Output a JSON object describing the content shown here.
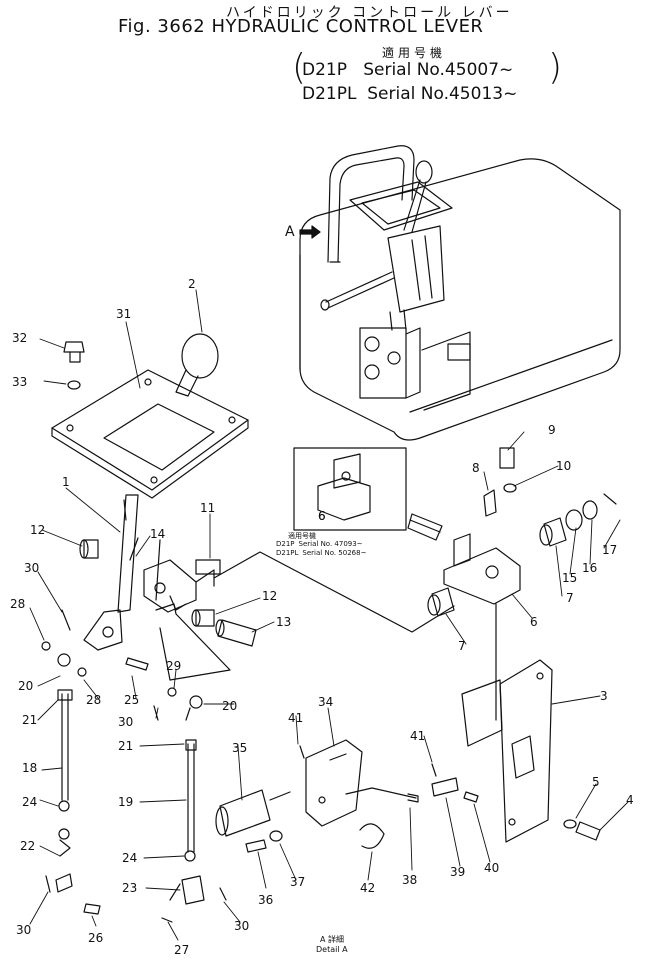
{
  "header": {
    "kana_title": "ハイドロリック コントロール レバー",
    "fig_title": "Fig. 3662 HYDRAULIC CONTROL LEVER"
  },
  "serial_info": {
    "kanji_heading": "適用号機",
    "lines": [
      {
        "model": "D21P",
        "serial": "Serial No.45007~"
      },
      {
        "model": "D21PL",
        "serial": "Serial No.45013~"
      }
    ]
  },
  "view_label": "A",
  "detail_box": {
    "callout": "6",
    "kanji_heading": "適用号機",
    "rows": [
      {
        "model": "D21P",
        "serial": "Serial No. 47093~"
      },
      {
        "model": "D21PL",
        "serial": "Serial No. 50268~"
      }
    ]
  },
  "detail_caption": {
    "kanji": "A 詳細",
    "text": "Detail A"
  },
  "callouts": [
    "1",
    "2",
    "3",
    "4",
    "5",
    "6",
    "6",
    "7",
    "7",
    "8",
    "9",
    "10",
    "11",
    "12",
    "12",
    "13",
    "14",
    "15",
    "16",
    "17",
    "18",
    "19",
    "20",
    "20",
    "21",
    "21",
    "22",
    "23",
    "24",
    "24",
    "25",
    "26",
    "27",
    "28",
    "28",
    "29",
    "30",
    "30",
    "30",
    "30",
    "31",
    "32",
    "33",
    "34",
    "35",
    "36",
    "37",
    "38",
    "39",
    "40",
    "41",
    "41",
    "42"
  ],
  "colors": {
    "ink": "#111111",
    "paper": "#ffffff"
  }
}
